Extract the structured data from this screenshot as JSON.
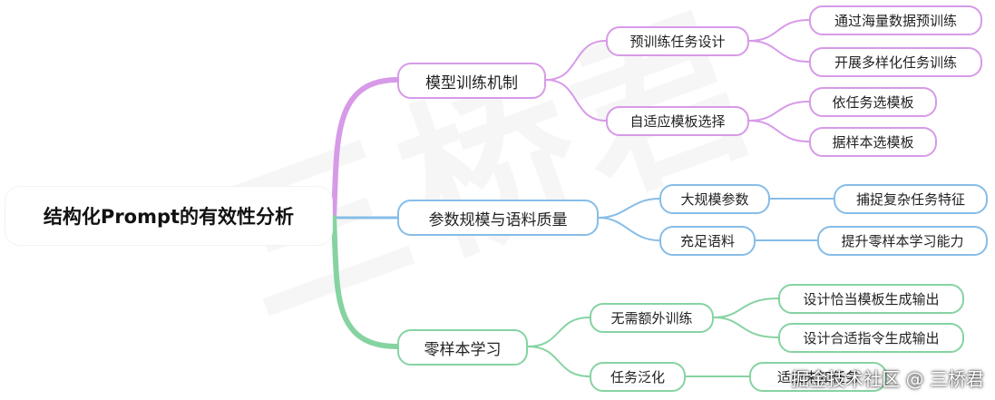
{
  "colors": {
    "branch1": "#d79ae8",
    "branch2": "#86bde8",
    "branch3": "#86d3a2"
  },
  "root": {
    "label": "结构化Prompt的有效性分析"
  },
  "branches": [
    {
      "label": "模型训练机制",
      "children": [
        {
          "label": "预训练任务设计",
          "children": [
            "通过海量数据预训练",
            "开展多样化任务训练"
          ]
        },
        {
          "label": "自适应模板选择",
          "children": [
            "依任务选模板",
            "据样本选模板"
          ]
        }
      ]
    },
    {
      "label": "参数规模与语料质量",
      "children": [
        {
          "label": "大规模参数",
          "children": [
            "捕捉复杂任务特征"
          ]
        },
        {
          "label": "充足语料",
          "children": [
            "提升零样本学习能力"
          ]
        }
      ]
    },
    {
      "label": "零样本学习",
      "children": [
        {
          "label": "无需额外训练",
          "children": [
            "设计恰当模板生成输出",
            "设计合适指令生成输出"
          ]
        },
        {
          "label": "任务泛化",
          "children": [
            "适应未知任务"
          ]
        }
      ]
    }
  ],
  "watermark": {
    "background": "三桥君",
    "corner": "掘金技术社区 @ 三桥君"
  }
}
